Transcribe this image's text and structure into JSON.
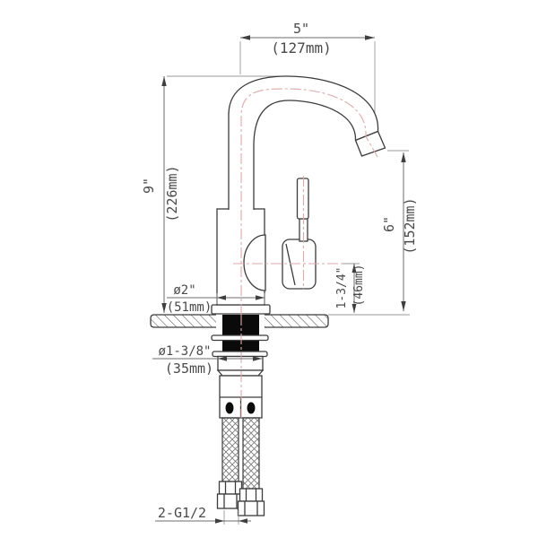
{
  "drawing": {
    "title": "single-handle gooseneck faucet installation dimension diagram",
    "type": "technical-line-drawing",
    "colors": {
      "outline": "#3c3c3c",
      "dimension": "#6e6e6e",
      "extension": "#9a9a9a",
      "centerline": "#dcaaaa",
      "text": "#4a4a4a",
      "shank_fill": "#0a0a0a",
      "background": "#ffffff"
    },
    "dimensions": {
      "spout_reach": {
        "inches": "5\"",
        "metric": "(127mm)"
      },
      "overall_height": {
        "inches": "9\"",
        "metric": "(226mm)"
      },
      "spout_height": {
        "inches": "6\"",
        "metric": "(152mm)"
      },
      "handle_offset": {
        "inches": "1-3/4\"",
        "metric": "(46mm)"
      },
      "body_diameter": {
        "inches": "ø2\"",
        "metric": "(51mm)"
      },
      "mount_hole": {
        "inches": "ø1-3/8\"",
        "metric": "(35mm)"
      },
      "hose_thread": {
        "label": "2-G1/2"
      }
    }
  }
}
